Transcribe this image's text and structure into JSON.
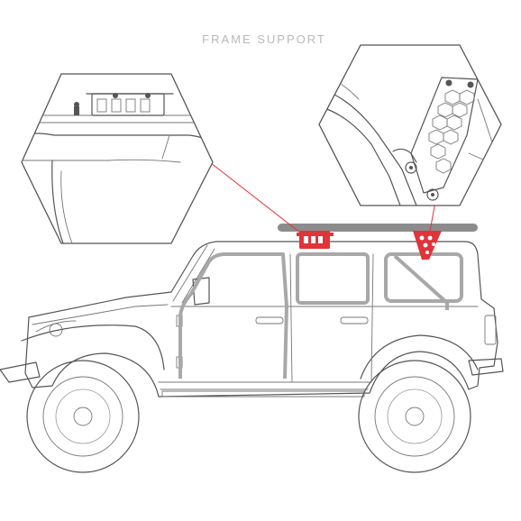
{
  "caption": "FRAME SUPPORT",
  "colors": {
    "accent": "#e0343a",
    "leader": "#e0343a",
    "line": "#555555",
    "rail": "#8c8c8c",
    "window": "#a8a8a8"
  },
  "callouts": [
    {
      "name": "front-mount-detail"
    },
    {
      "name": "rear-mount-detail"
    }
  ]
}
